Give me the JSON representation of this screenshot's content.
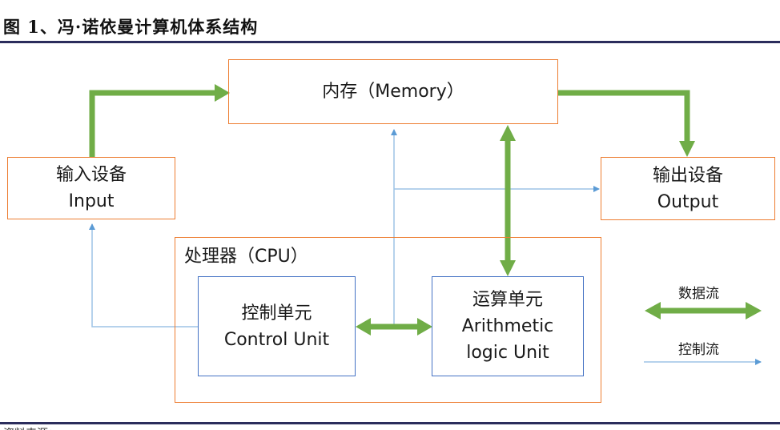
{
  "figure": {
    "title": "图 1、冯·诺依曼计算机体系结构",
    "source_text": "资料来源：……"
  },
  "colors": {
    "unit_border": "#ed7d31",
    "inner_unit_border": "#4472c4",
    "data_flow": "#70ad47",
    "control_flow": "#5b9bd5",
    "rule": "#2b2d5c"
  },
  "nodes": {
    "memory": {
      "label": "内存（Memory）"
    },
    "input": {
      "label_cn": "输入设备",
      "label_en": "Input"
    },
    "output": {
      "label_cn": "输出设备",
      "label_en": "Output"
    },
    "cpu": {
      "label": "处理器（CPU）"
    },
    "control_unit": {
      "label_cn": "控制单元",
      "label_en": "Control Unit"
    },
    "alu": {
      "label_cn": "运算单元",
      "label_en_1": "Arithmetic",
      "label_en_2": "logic Unit"
    }
  },
  "edges": [
    {
      "from": "input",
      "to": "memory",
      "type": "data_flow"
    },
    {
      "from": "memory",
      "to": "output",
      "type": "data_flow"
    },
    {
      "from": "memory",
      "to": "alu",
      "type": "data_flow",
      "bidirectional": true
    },
    {
      "from": "control_unit",
      "to": "alu",
      "type": "data_flow",
      "bidirectional": true
    },
    {
      "from": "control_unit",
      "to": "memory",
      "type": "control_flow"
    },
    {
      "from": "control_unit",
      "to": "output",
      "type": "control_flow"
    },
    {
      "from": "control_unit",
      "to": "input",
      "type": "control_flow"
    }
  ],
  "legend": {
    "data_flow": "数据流",
    "control_flow": "控制流"
  }
}
